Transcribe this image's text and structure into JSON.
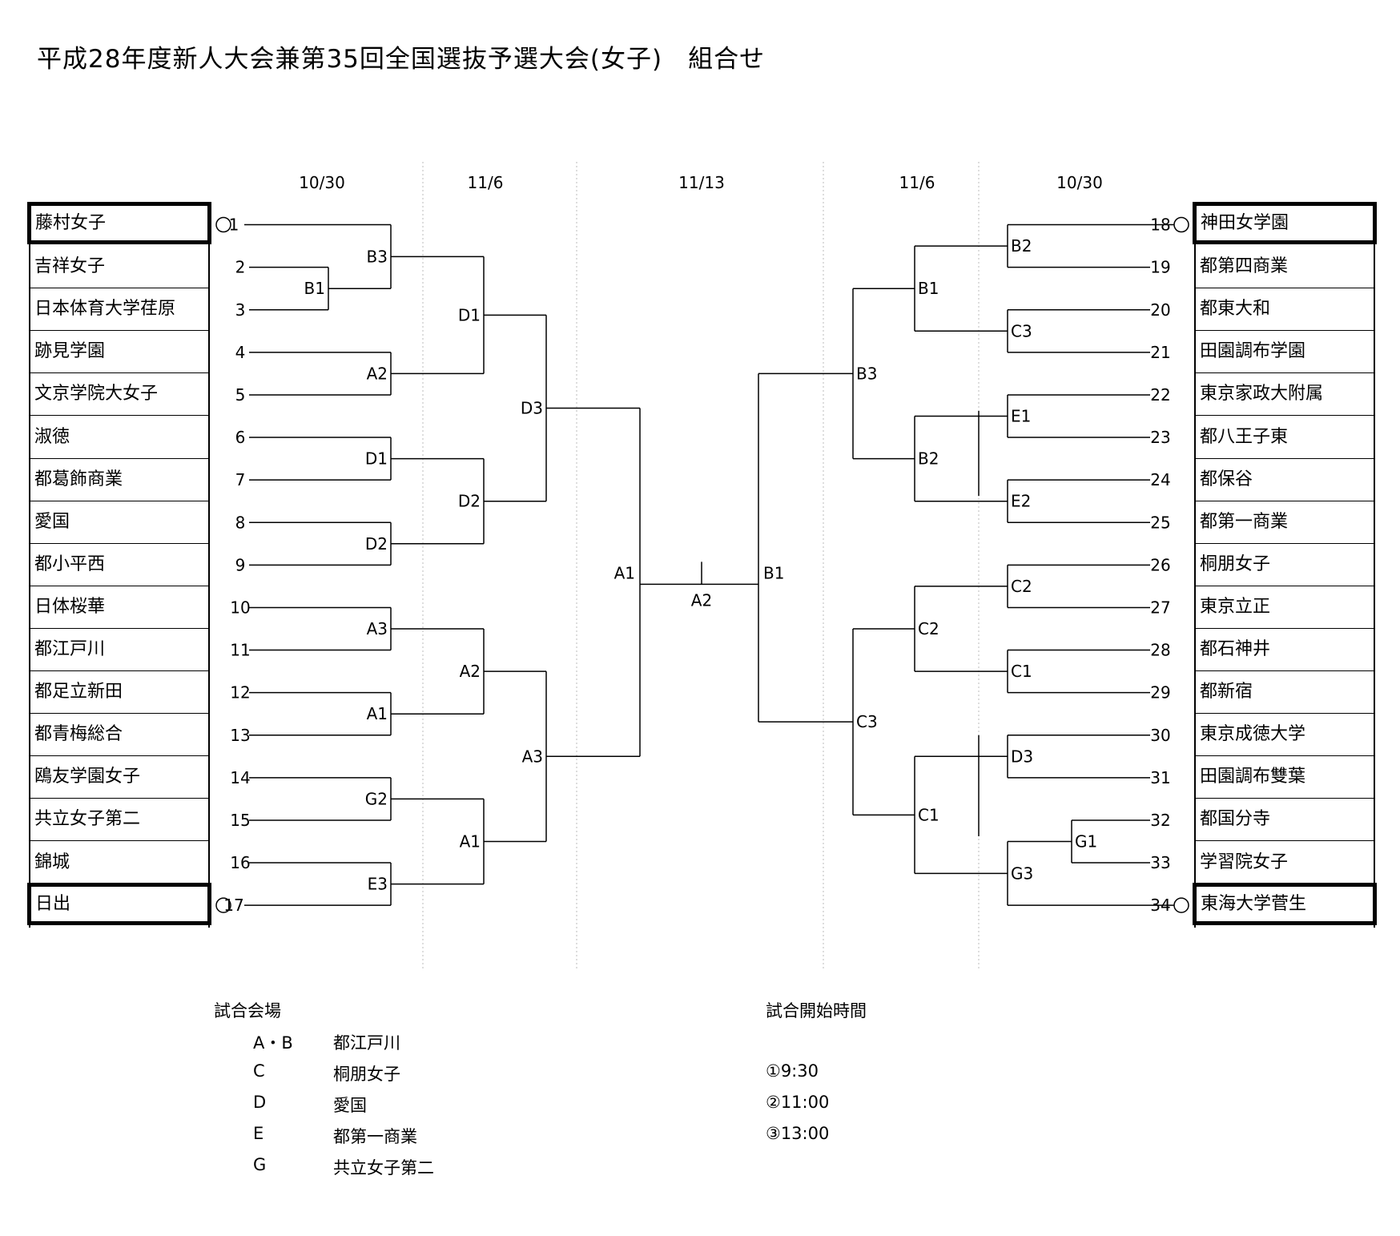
{
  "title": "平成28年度新人大会兼第35回全国選抜予選大会(女子)　組合せ",
  "dates": {
    "left_r1": "10/30",
    "left_r2": "11/6",
    "final": "11/13",
    "right_r2": "11/6",
    "right_r1": "10/30"
  },
  "left_teams": [
    {
      "no": "1",
      "name": "藤村女子",
      "seed": true
    },
    {
      "no": "2",
      "name": "吉祥女子",
      "seed": false
    },
    {
      "no": "3",
      "name": "日本体育大学荏原",
      "seed": false
    },
    {
      "no": "4",
      "name": "跡見学園",
      "seed": false
    },
    {
      "no": "5",
      "name": "文京学院大女子",
      "seed": false
    },
    {
      "no": "6",
      "name": "淑徳",
      "seed": false
    },
    {
      "no": "7",
      "name": "都葛飾商業",
      "seed": false
    },
    {
      "no": "8",
      "name": "愛国",
      "seed": false
    },
    {
      "no": "9",
      "name": "都小平西",
      "seed": false
    },
    {
      "no": "10",
      "name": "日体桜華",
      "seed": false
    },
    {
      "no": "11",
      "name": "都江戸川",
      "seed": false
    },
    {
      "no": "12",
      "name": "都足立新田",
      "seed": false
    },
    {
      "no": "13",
      "name": "都青梅総合",
      "seed": false
    },
    {
      "no": "14",
      "name": "鴎友学園女子",
      "seed": false
    },
    {
      "no": "15",
      "name": "共立女子第二",
      "seed": false
    },
    {
      "no": "16",
      "name": "錦城",
      "seed": false
    },
    {
      "no": "17",
      "name": "日出",
      "seed": true
    }
  ],
  "right_teams": [
    {
      "no": "18",
      "name": "神田女学園",
      "seed": true
    },
    {
      "no": "19",
      "name": "都第四商業",
      "seed": false
    },
    {
      "no": "20",
      "name": "都東大和",
      "seed": false
    },
    {
      "no": "21",
      "name": "田園調布学園",
      "seed": false
    },
    {
      "no": "22",
      "name": "東京家政大附属",
      "seed": false
    },
    {
      "no": "23",
      "name": "都八王子東",
      "seed": false
    },
    {
      "no": "24",
      "name": "都保谷",
      "seed": false
    },
    {
      "no": "25",
      "name": "都第一商業",
      "seed": false
    },
    {
      "no": "26",
      "name": "桐朋女子",
      "seed": false
    },
    {
      "no": "27",
      "name": "東京立正",
      "seed": false
    },
    {
      "no": "28",
      "name": "都石神井",
      "seed": false
    },
    {
      "no": "29",
      "name": "都新宿",
      "seed": false
    },
    {
      "no": "30",
      "name": "東京成徳大学",
      "seed": false
    },
    {
      "no": "31",
      "name": "田園調布雙葉",
      "seed": false
    },
    {
      "no": "32",
      "name": "都国分寺",
      "seed": false
    },
    {
      "no": "33",
      "name": "学習院女子",
      "seed": false
    },
    {
      "no": "34",
      "name": "東海大学菅生",
      "seed": true
    }
  ],
  "seed_mark": "○",
  "match_codes": {
    "L_a": "B1",
    "L_b": "B3",
    "L_c": "A2",
    "L_d": "D1",
    "L_e": "D2",
    "L_f": "A3",
    "L_g": "A1",
    "L_h": "G2",
    "L_i": "E3",
    "L2_a": "D1",
    "L2_b": "D2",
    "L2_c": "A2",
    "L2_d": "A1",
    "L3_a": "D3",
    "L3_b": "A3",
    "L4": "A1",
    "final": "A2",
    "R4": "B1",
    "R3_a": "B3",
    "R3_b": "C3",
    "R2_a": "B1",
    "R2_b": "B2",
    "R2_c": "C2",
    "R2_d": "C1",
    "R_a": "B2",
    "R_b": "C3",
    "R_c": "E1",
    "R_d": "E2",
    "R_e": "C2",
    "R_f": "C1",
    "R_g": "D3",
    "R_h": "G1",
    "R_i": "G3"
  },
  "venue": {
    "title": "試合会場",
    "rows": [
      {
        "code": "A・B",
        "place": "都江戸川"
      },
      {
        "code": "C",
        "place": "桐朋女子"
      },
      {
        "code": "D",
        "place": "愛国"
      },
      {
        "code": "E",
        "place": "都第一商業"
      },
      {
        "code": "G",
        "place": "共立女子第二"
      }
    ]
  },
  "times": {
    "title": "試合開始時間",
    "rows": [
      "①9:30",
      "②11:00",
      "③13:00"
    ]
  }
}
